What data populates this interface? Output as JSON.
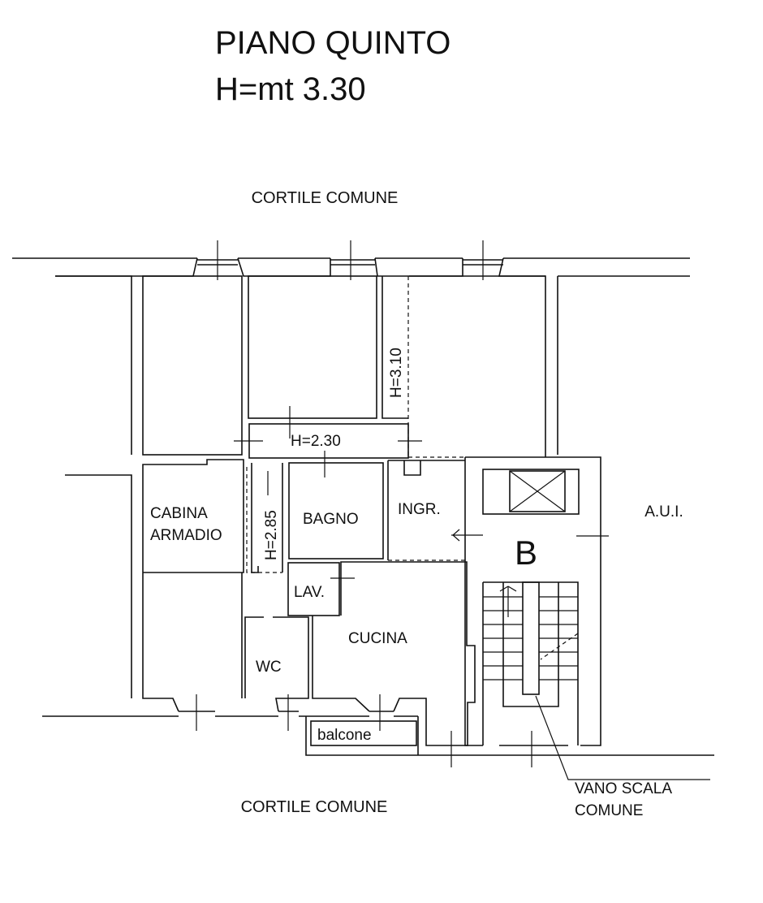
{
  "header": {
    "title": "PIANO QUINTO",
    "height": "H=mt 3.30"
  },
  "surroundings": {
    "top": "CORTILE COMUNE",
    "bottom": "CORTILE COMUNE",
    "right": "A.U.I."
  },
  "rooms": {
    "cabina_line1": "CABINA",
    "cabina_line2": "ARMADIO",
    "bagno": "BAGNO",
    "ingresso": "INGR.",
    "lavanderia": "LAV.",
    "cucina": "CUCINA",
    "wc": "WC",
    "balcone": "balcone"
  },
  "heights": {
    "corridor": "H=2.30",
    "side_corridor": "H=2.85",
    "right_passage": "H=3.10"
  },
  "stair": {
    "block": "B",
    "label_line1": "VANO SCALA",
    "label_line2": "COMUNE"
  }
}
